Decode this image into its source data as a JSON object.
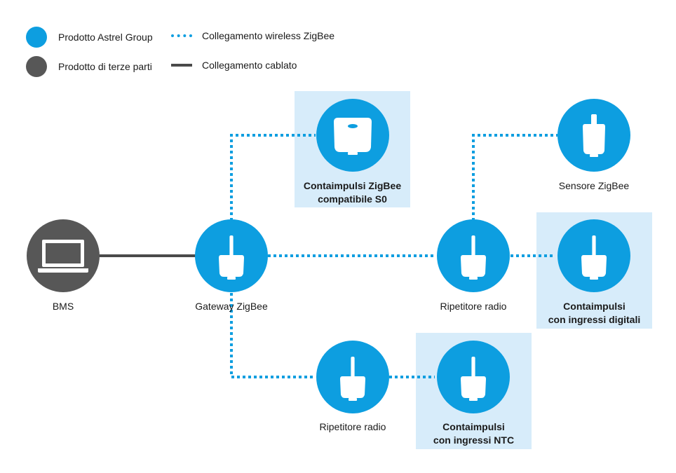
{
  "legend": {
    "astrel": "Prodotto Astrel Group",
    "third_party": "Prodotto di terze parti",
    "wireless": "Collegamento wireless ZigBee",
    "wired": "Collegamento cablato"
  },
  "colors": {
    "astrel": "#0d9ee0",
    "third_party": "#575757",
    "highlight": "#d7ecfa",
    "wireless_line": "#0d9ee0",
    "wired_line": "#4a4a4a"
  },
  "nodes": {
    "bms": {
      "label": "BMS",
      "icon": "laptop-icon"
    },
    "gateway": {
      "label": "Gateway ZigBee",
      "icon": "zigbee-antenna-device-icon"
    },
    "pulse_s0": {
      "line1": "Contaimpulsi ZigBee",
      "line2": "compatibile S0",
      "icon": "pulse-counter-icon"
    },
    "repeater_top": {
      "label": "Ripetitore radio",
      "icon": "zigbee-antenna-device-icon"
    },
    "sensor": {
      "label": "Sensore ZigBee",
      "icon": "zigbee-sensor-icon"
    },
    "pulse_digital": {
      "line1": "Contaimpulsi",
      "line2": "con ingressi digitali",
      "icon": "zigbee-antenna-device-icon"
    },
    "repeater_bottom": {
      "label": "Ripetitore radio",
      "icon": "zigbee-antenna-device-icon"
    },
    "pulse_ntc": {
      "line1": "Contaimpulsi",
      "line2": "con ingressi NTC",
      "icon": "zigbee-antenna-device-icon"
    }
  }
}
